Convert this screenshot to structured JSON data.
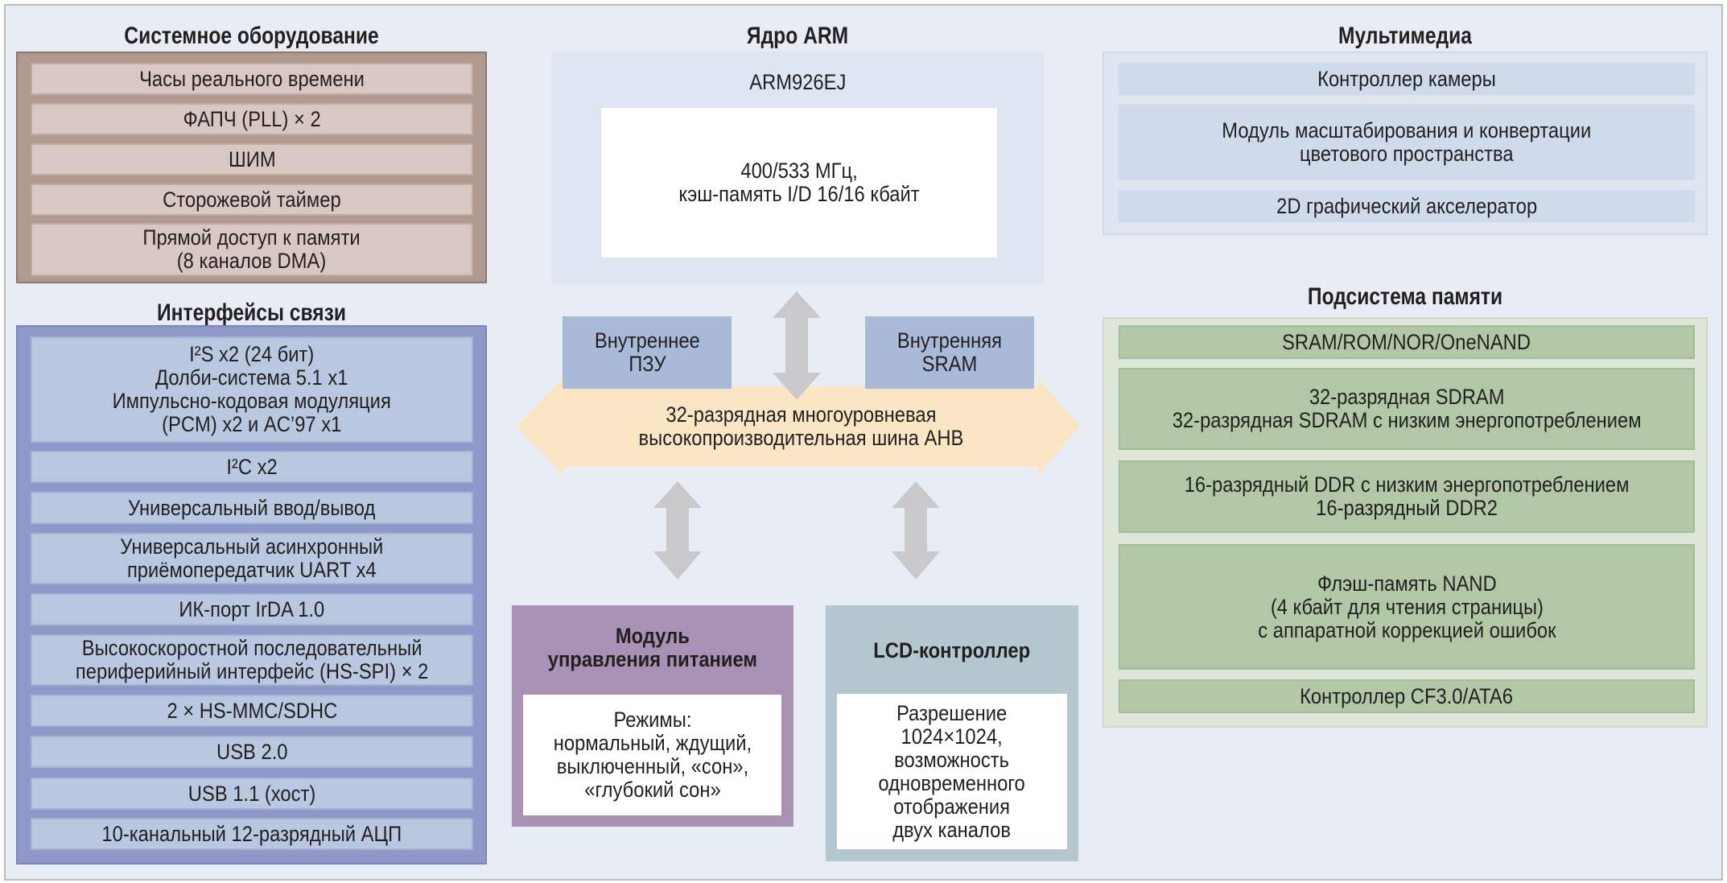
{
  "system_hw": {
    "title": "Системное оборудование",
    "items": [
      "Часы реального времени",
      "ФАПЧ (PLL) × 2",
      "ШИМ",
      "Сторожевой таймер",
      "Прямой доступ к памяти\n(8 каналов DMA)"
    ]
  },
  "comm": {
    "title": "Интерфейсы связи",
    "items": [
      "I²S x2 (24 бит)\nДолби-система 5.1 x1\nИмпульсно-кодовая модуляция\n(PCM) x2 и AC’97 x1",
      "I²C x2",
      "Универсальный ввод/вывод",
      "Универсальный асинхронный\nприёмопередатчик UART x4",
      "ИК-порт IrDA 1.0",
      "Высокоскоростной последовательный\nпериферийный интерфейс (HS-SPI) × 2",
      "2 × HS-MMC/SDHC",
      "USB 2.0",
      "USB 1.1 (хост)",
      "10-канальный 12-разрядный АЦП"
    ]
  },
  "arm": {
    "title": "Ядро ARM",
    "core": "ARM926EJ",
    "spec": "400/533 МГц,\nкэш-память I/D 16/16 кбайт"
  },
  "rom": {
    "label": "Внутреннее\nПЗУ"
  },
  "sram": {
    "label": "Внутренняя\nSRAM"
  },
  "bus": {
    "label": "32-разрядная многоуровневая\nвысокопроизводительная шина AHB"
  },
  "power": {
    "title": "Модуль\nуправления питанием",
    "modes": "Режимы:\nнормальный, ждущий,\nвыключенный, «сон»,\n«глубокий сон»"
  },
  "lcd": {
    "title": "LCD-контроллер",
    "desc": "Разрешение\n1024×1024,\nвозможность\nодновременного\nотображения\nдвух каналов"
  },
  "multimedia": {
    "title": "Мультимедиа",
    "items": [
      "Контроллер камеры",
      "Модуль масштабирования и конвертации\nцветового пространства",
      "2D графический акселератор"
    ]
  },
  "memory": {
    "title": "Подсистема памяти",
    "items": [
      "SRAM/ROM/NOR/OneNAND",
      "32-разрядная SDRAM\n32-разрядная SDRAM с низким энергопотреблением",
      "16-разрядный DDR с низким энергопотреблением\n16-разрядный DDR2",
      "Флэш-память NAND\n(4 кбайт для чтения страницы)\nс аппаратной коррекцией ошибок",
      "Контроллер CF3.0/ATA6"
    ]
  },
  "colors": {
    "brown": "#b19a90",
    "blue": "#8f98c9",
    "green": "#b1c7a6",
    "purple": "#a990b5",
    "teal": "#b4c7ce",
    "bus": "#fae6c4",
    "arrow": "#c9c9cb"
  }
}
